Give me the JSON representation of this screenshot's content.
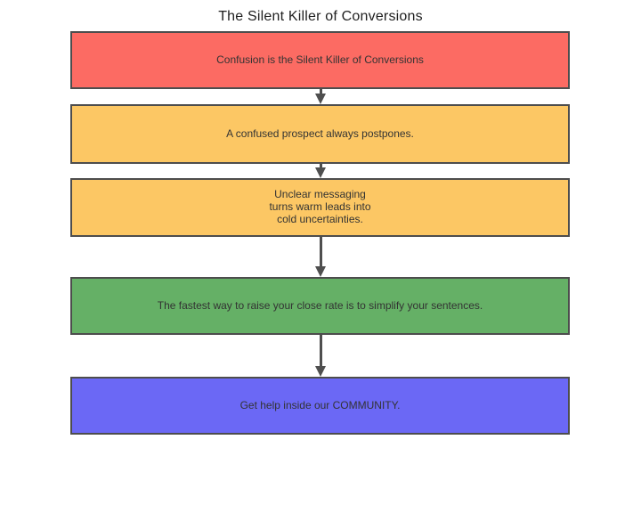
{
  "title": "The Silent Killer of Conversions",
  "colors": {
    "background": "#ffffff",
    "node_border": "#4d4d4d",
    "arrow": "#4f4f4f",
    "title_text": "#1f1f1f",
    "node_text": "#333333"
  },
  "nodes": [
    {
      "id": "n1",
      "label": "Confusion is the Silent Killer of Conversions",
      "fill": "#fc6b63"
    },
    {
      "id": "n2",
      "label": "A confused prospect always postpones.",
      "fill": "#fcc764"
    },
    {
      "id": "n3",
      "label": "Unclear messaging\nturns warm leads into\ncold uncertainties.",
      "fill": "#fcc764"
    },
    {
      "id": "n4",
      "label": "The fastest way to raise your close rate is to simplify your sentences.",
      "fill": "#65b066"
    },
    {
      "id": "n5",
      "label": "Get help inside our COMMUNITY.",
      "fill": "#6b68f5"
    }
  ],
  "connectors": [
    {
      "from": "n1",
      "to": "n2"
    },
    {
      "from": "n2",
      "to": "n3"
    },
    {
      "from": "n3",
      "to": "n4"
    },
    {
      "from": "n4",
      "to": "n5"
    }
  ]
}
